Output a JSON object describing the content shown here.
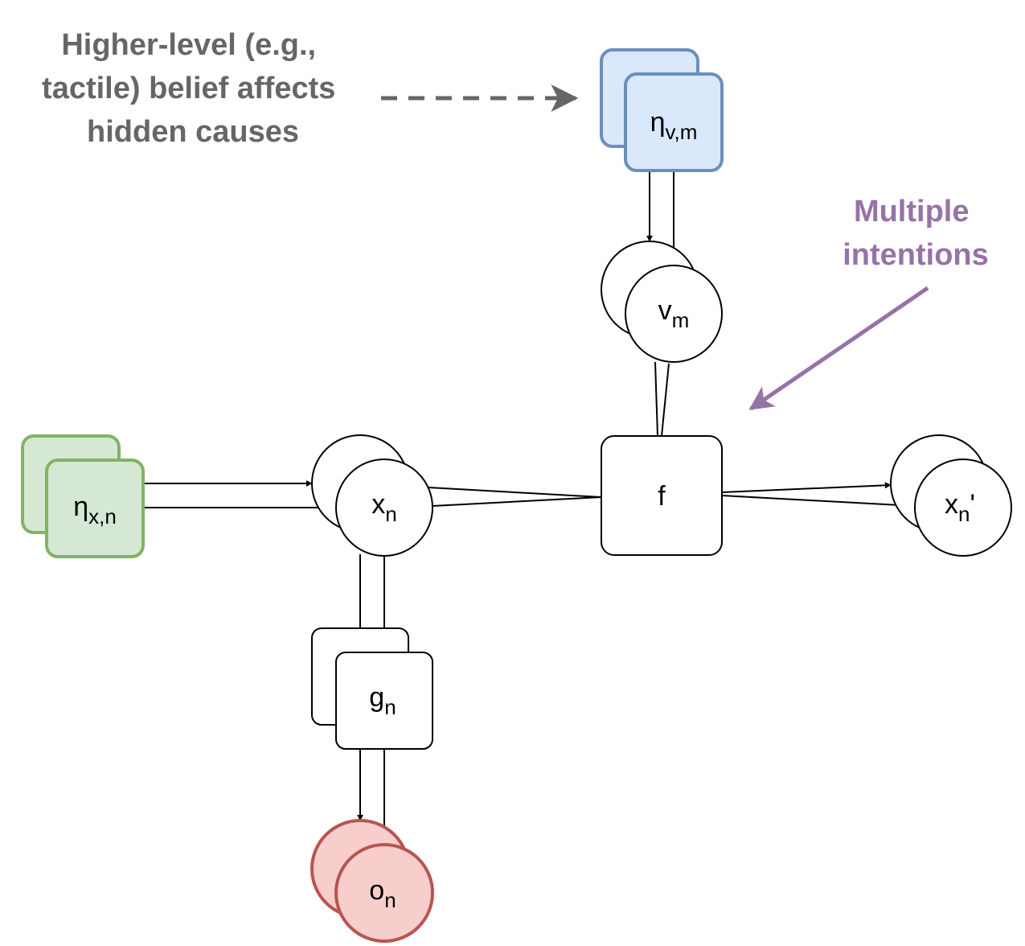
{
  "annotations": {
    "higher_level_lines": [
      "Higher-level (e.g.,",
      "tactile) belief affects",
      "hidden causes"
    ],
    "multiple_intentions_lines": [
      "Multiple",
      "intentions"
    ]
  },
  "nodes": {
    "eta_v": {
      "base": "η",
      "sub": "v,m",
      "suffix": ""
    },
    "v": {
      "base": "v",
      "sub": "m",
      "suffix": ""
    },
    "eta_x": {
      "base": "η",
      "sub": "x,n",
      "suffix": ""
    },
    "x": {
      "base": "x",
      "sub": "n",
      "suffix": ""
    },
    "f": {
      "base": "f",
      "sub": "",
      "suffix": ""
    },
    "x_next": {
      "base": "x",
      "sub": "n",
      "suffix": "'"
    },
    "g": {
      "base": "g",
      "sub": "n",
      "suffix": ""
    },
    "o": {
      "base": "o",
      "sub": "n",
      "suffix": ""
    }
  },
  "colors": {
    "annotation_gray": "#666666",
    "annotation_purple": "#9673A6",
    "belief_blue_fill": "#DAE8FC",
    "belief_blue_stroke": "#6C8EBF",
    "intention_green_fill": "#D5E8D4",
    "intention_green_stroke": "#82B366",
    "observation_red_fill": "#F8CECC",
    "observation_red_stroke": "#B85450"
  }
}
